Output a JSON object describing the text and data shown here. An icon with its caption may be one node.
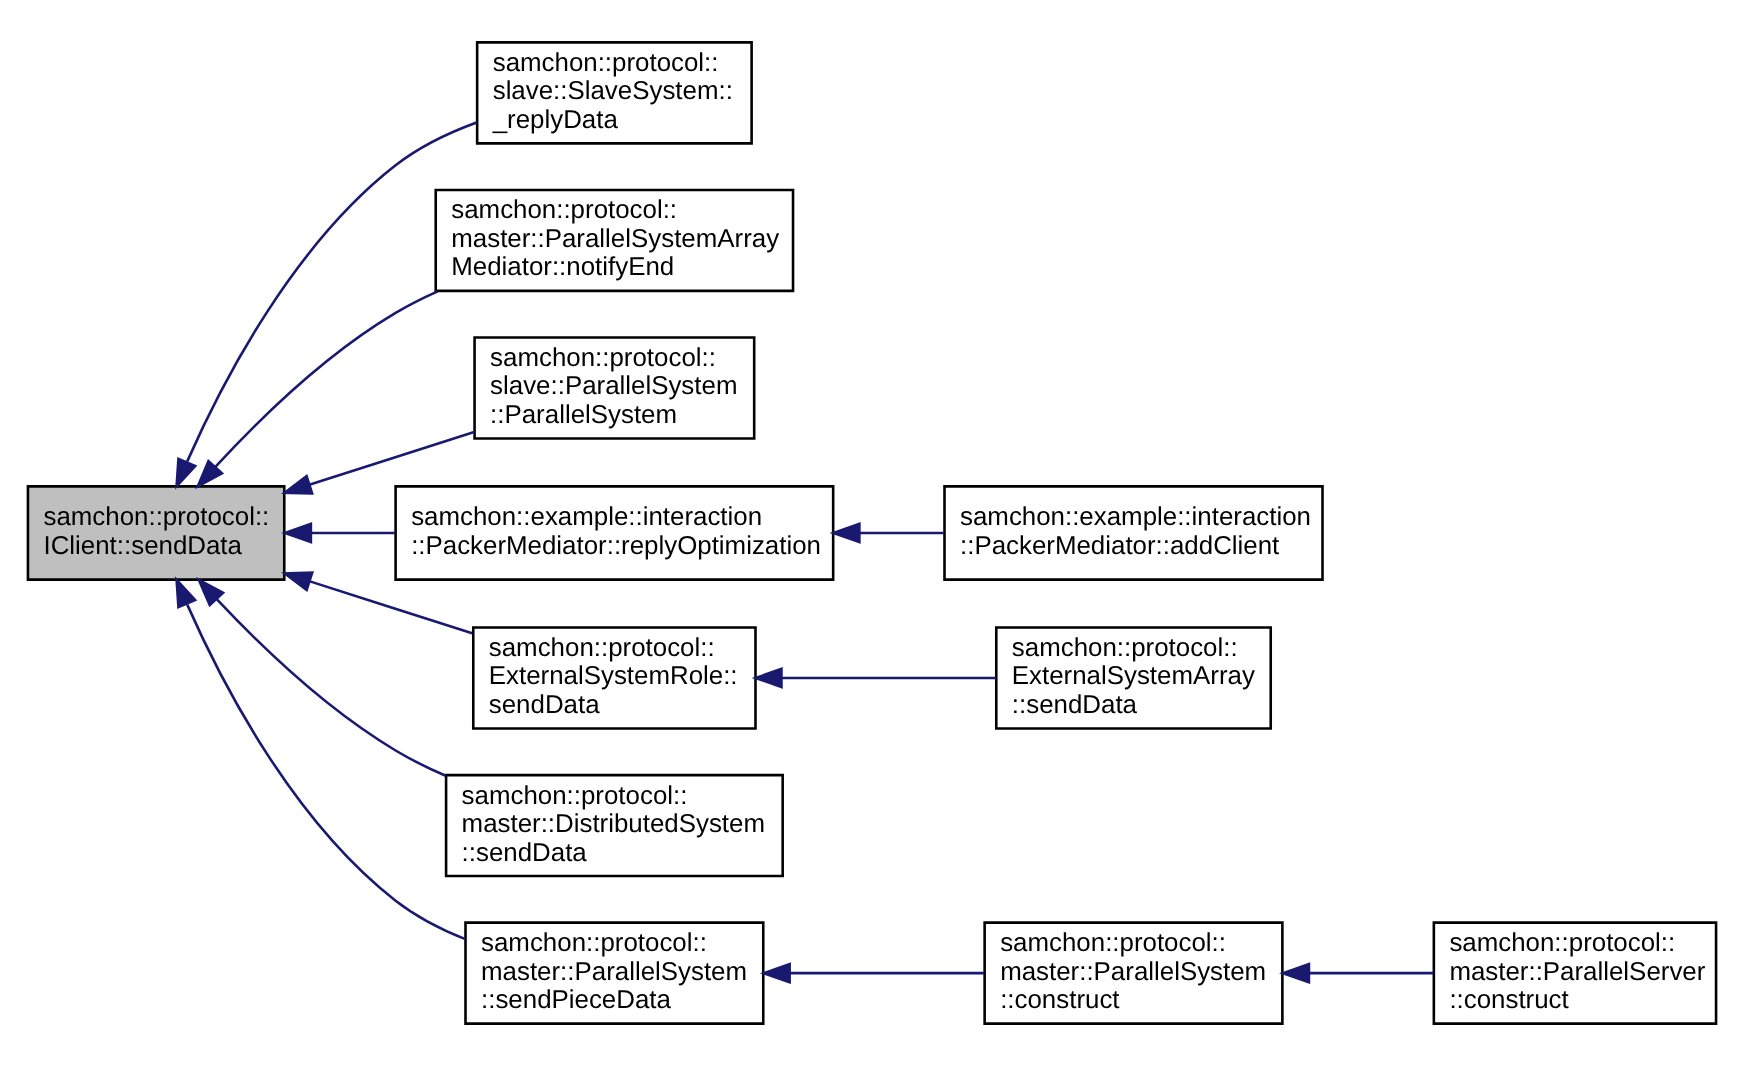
{
  "diagram": {
    "nodes": [
      {
        "text": [
          "samchon::protocol:: IClient::sendData"
        ]
      },
      {
        "text": [
          "samchon::protocol:: slave::SlaveSystem:: _replyData"
        ]
      },
      {
        "text": [
          "samchon::protocol:: master::ParallelSystemArray Mediator::notifyEnd"
        ]
      },
      {
        "text": [
          "samchon::protocol:: slave::ParallelSystem ::ParallelSystem"
        ]
      },
      {
        "text": [
          "samchon::example::interaction ::PackerMediator::replyOptimization"
        ]
      },
      {
        "text": [
          "samchon::example::interaction ::PackerMediator::addClient"
        ]
      },
      {
        "text": [
          "samchon::protocol:: ExternalSystemRole:: sendData"
        ]
      },
      {
        "text": [
          "samchon::protocol:: ExternalSystemArray ::sendData"
        ]
      },
      {
        "text": [
          "samchon::protocol:: master::DistributedSystem ::sendData"
        ]
      },
      {
        "text": [
          "samchon::protocol:: master::ParallelSystem ::sendPieceData"
        ]
      },
      {
        "text": [
          "samchon::protocol:: master::ParallelSystem ::construct"
        ]
      },
      {
        "text": [
          "samchon::protocol:: master::ParallelServer ::construct"
        ]
      }
    ],
    "edges": [
      {
        "from": 1,
        "to": 0,
        "arrow": "to"
      },
      {
        "from": 2,
        "to": 0,
        "arrow": "to"
      },
      {
        "from": 3,
        "to": 0,
        "arrow": "to"
      },
      {
        "from": 4,
        "to": 0,
        "arrow": "to"
      },
      {
        "from": 5,
        "to": 4,
        "arrow": "to"
      },
      {
        "from": 6,
        "to": 0,
        "arrow": "to"
      },
      {
        "from": 7,
        "to": 6,
        "arrow": "to"
      },
      {
        "from": 8,
        "to": 0,
        "arrow": "to"
      },
      {
        "from": 9,
        "to": 0,
        "arrow": "to"
      },
      {
        "from": 10,
        "to": 9,
        "arrow": "to"
      },
      {
        "from": 11,
        "to": 10,
        "arrow": "to"
      }
    ]
  }
}
